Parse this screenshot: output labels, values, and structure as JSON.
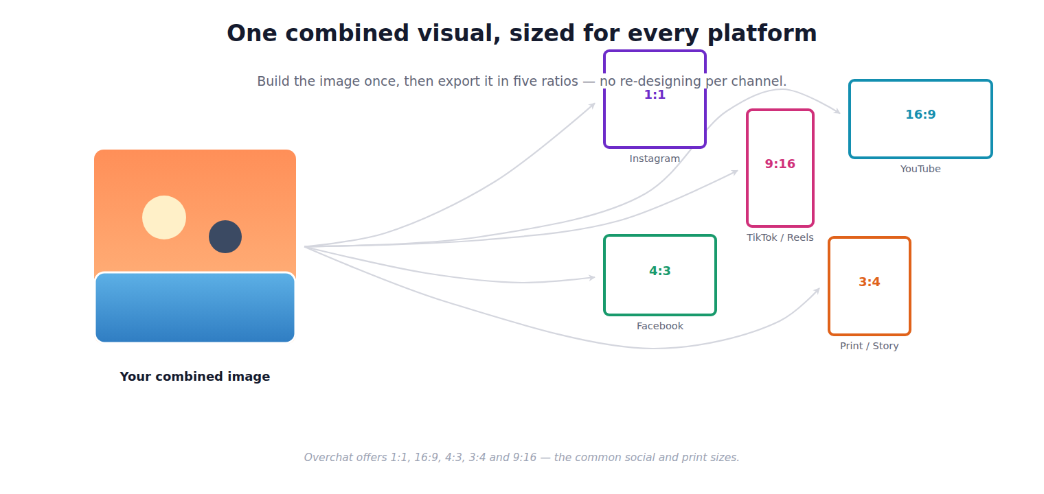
{
  "diagram": {
    "title": "One combined visual, sized for every platform",
    "caption": "Overchat offers 1:1, 16:9, 4:3, 3:4 and 9:16 — the common social and print sizes.",
    "nodes": [
      {
        "text": [
          "Your combined image"
        ]
      },
      {
        "text": [
          "1:1",
          "Instagram"
        ]
      },
      {
        "text": [
          "9:16",
          "TikTok / Reels"
        ]
      },
      {
        "text": [
          "16:9",
          "YouTube"
        ]
      },
      {
        "text": [
          "4:3",
          "Facebook"
        ]
      },
      {
        "text": [
          "3:4",
          "Print / Story"
        ]
      }
    ],
    "edges": [
      {
        "from": 0,
        "to": 1,
        "arrow": "to"
      },
      {
        "from": 0,
        "to": 2,
        "arrow": "to"
      },
      {
        "from": 0,
        "to": 3,
        "arrow": "to"
      },
      {
        "from": 0,
        "to": 4,
        "arrow": "to"
      },
      {
        "from": 0,
        "to": 5,
        "arrow": "to"
      }
    ],
    "labels": [
      "Build the image once, then export it in five ratios — no re-designing per channel."
    ]
  }
}
